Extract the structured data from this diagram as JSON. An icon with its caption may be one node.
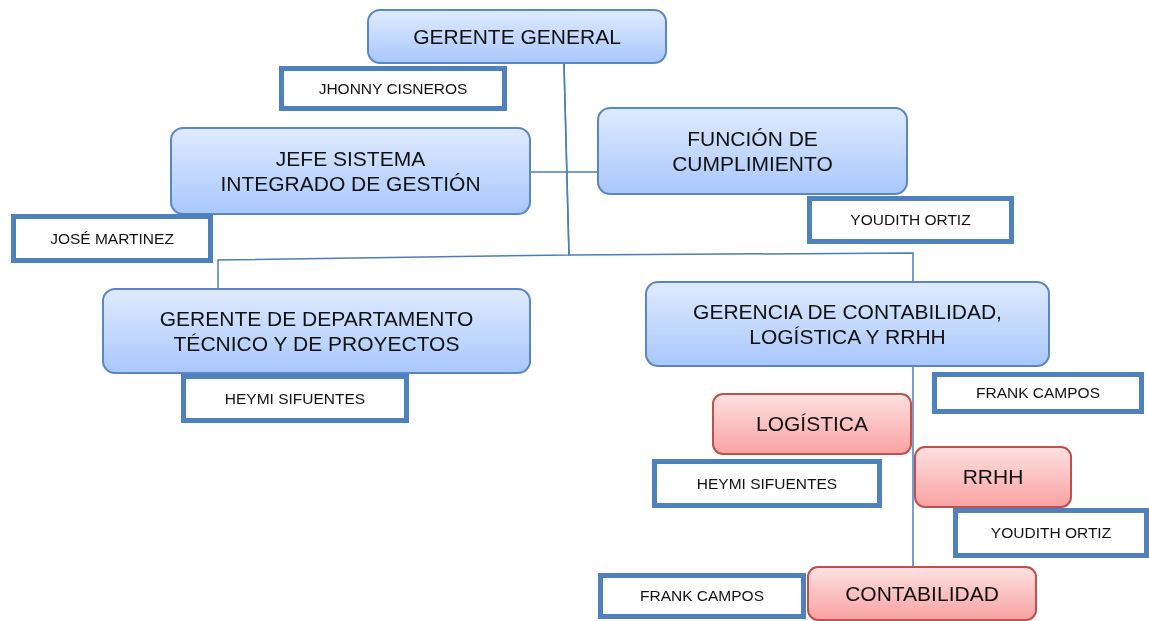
{
  "diagram": {
    "nodes": [
      {
        "text": [
          "GERENTE GENERAL"
        ]
      },
      {
        "text": [
          "JHONNY CISNEROS"
        ]
      },
      {
        "text": [
          "JEFE SISTEMA INTEGRADO DE GESTIÓN"
        ]
      },
      {
        "text": [
          "FUNCIÓN DE CUMPLIMIENTO"
        ]
      },
      {
        "text": [
          "YOUDITH ORTIZ"
        ]
      },
      {
        "text": [
          "JOSÉ MARTINEZ"
        ]
      },
      {
        "text": [
          "GERENTE DE DEPARTAMENTO TÉCNICO Y DE PROYECTOS"
        ]
      },
      {
        "text": [
          "GERENCIA DE CONTABILIDAD, LOGÍSTICA Y RRHH"
        ]
      },
      {
        "text": [
          "HEYMI SIFUENTES"
        ]
      },
      {
        "text": [
          "FRANK CAMPOS"
        ]
      },
      {
        "text": [
          "LOGÍSTICA"
        ]
      },
      {
        "text": [
          "HEYMI SIFUENTES"
        ]
      },
      {
        "text": [
          "RRHH"
        ]
      },
      {
        "text": [
          "YOUDITH ORTIZ"
        ]
      },
      {
        "text": [
          "FRANK CAMPOS"
        ]
      },
      {
        "text": [
          "CONTABILIDAD"
        ]
      }
    ],
    "edges": [
      {
        "from": 0,
        "to": 6,
        "arrow": "none"
      },
      {
        "from": 0,
        "to": 7,
        "arrow": "none"
      },
      {
        "from": 2,
        "to": 3,
        "arrow": "none"
      },
      {
        "from": 7,
        "to": 15,
        "arrow": "none"
      }
    ]
  }
}
